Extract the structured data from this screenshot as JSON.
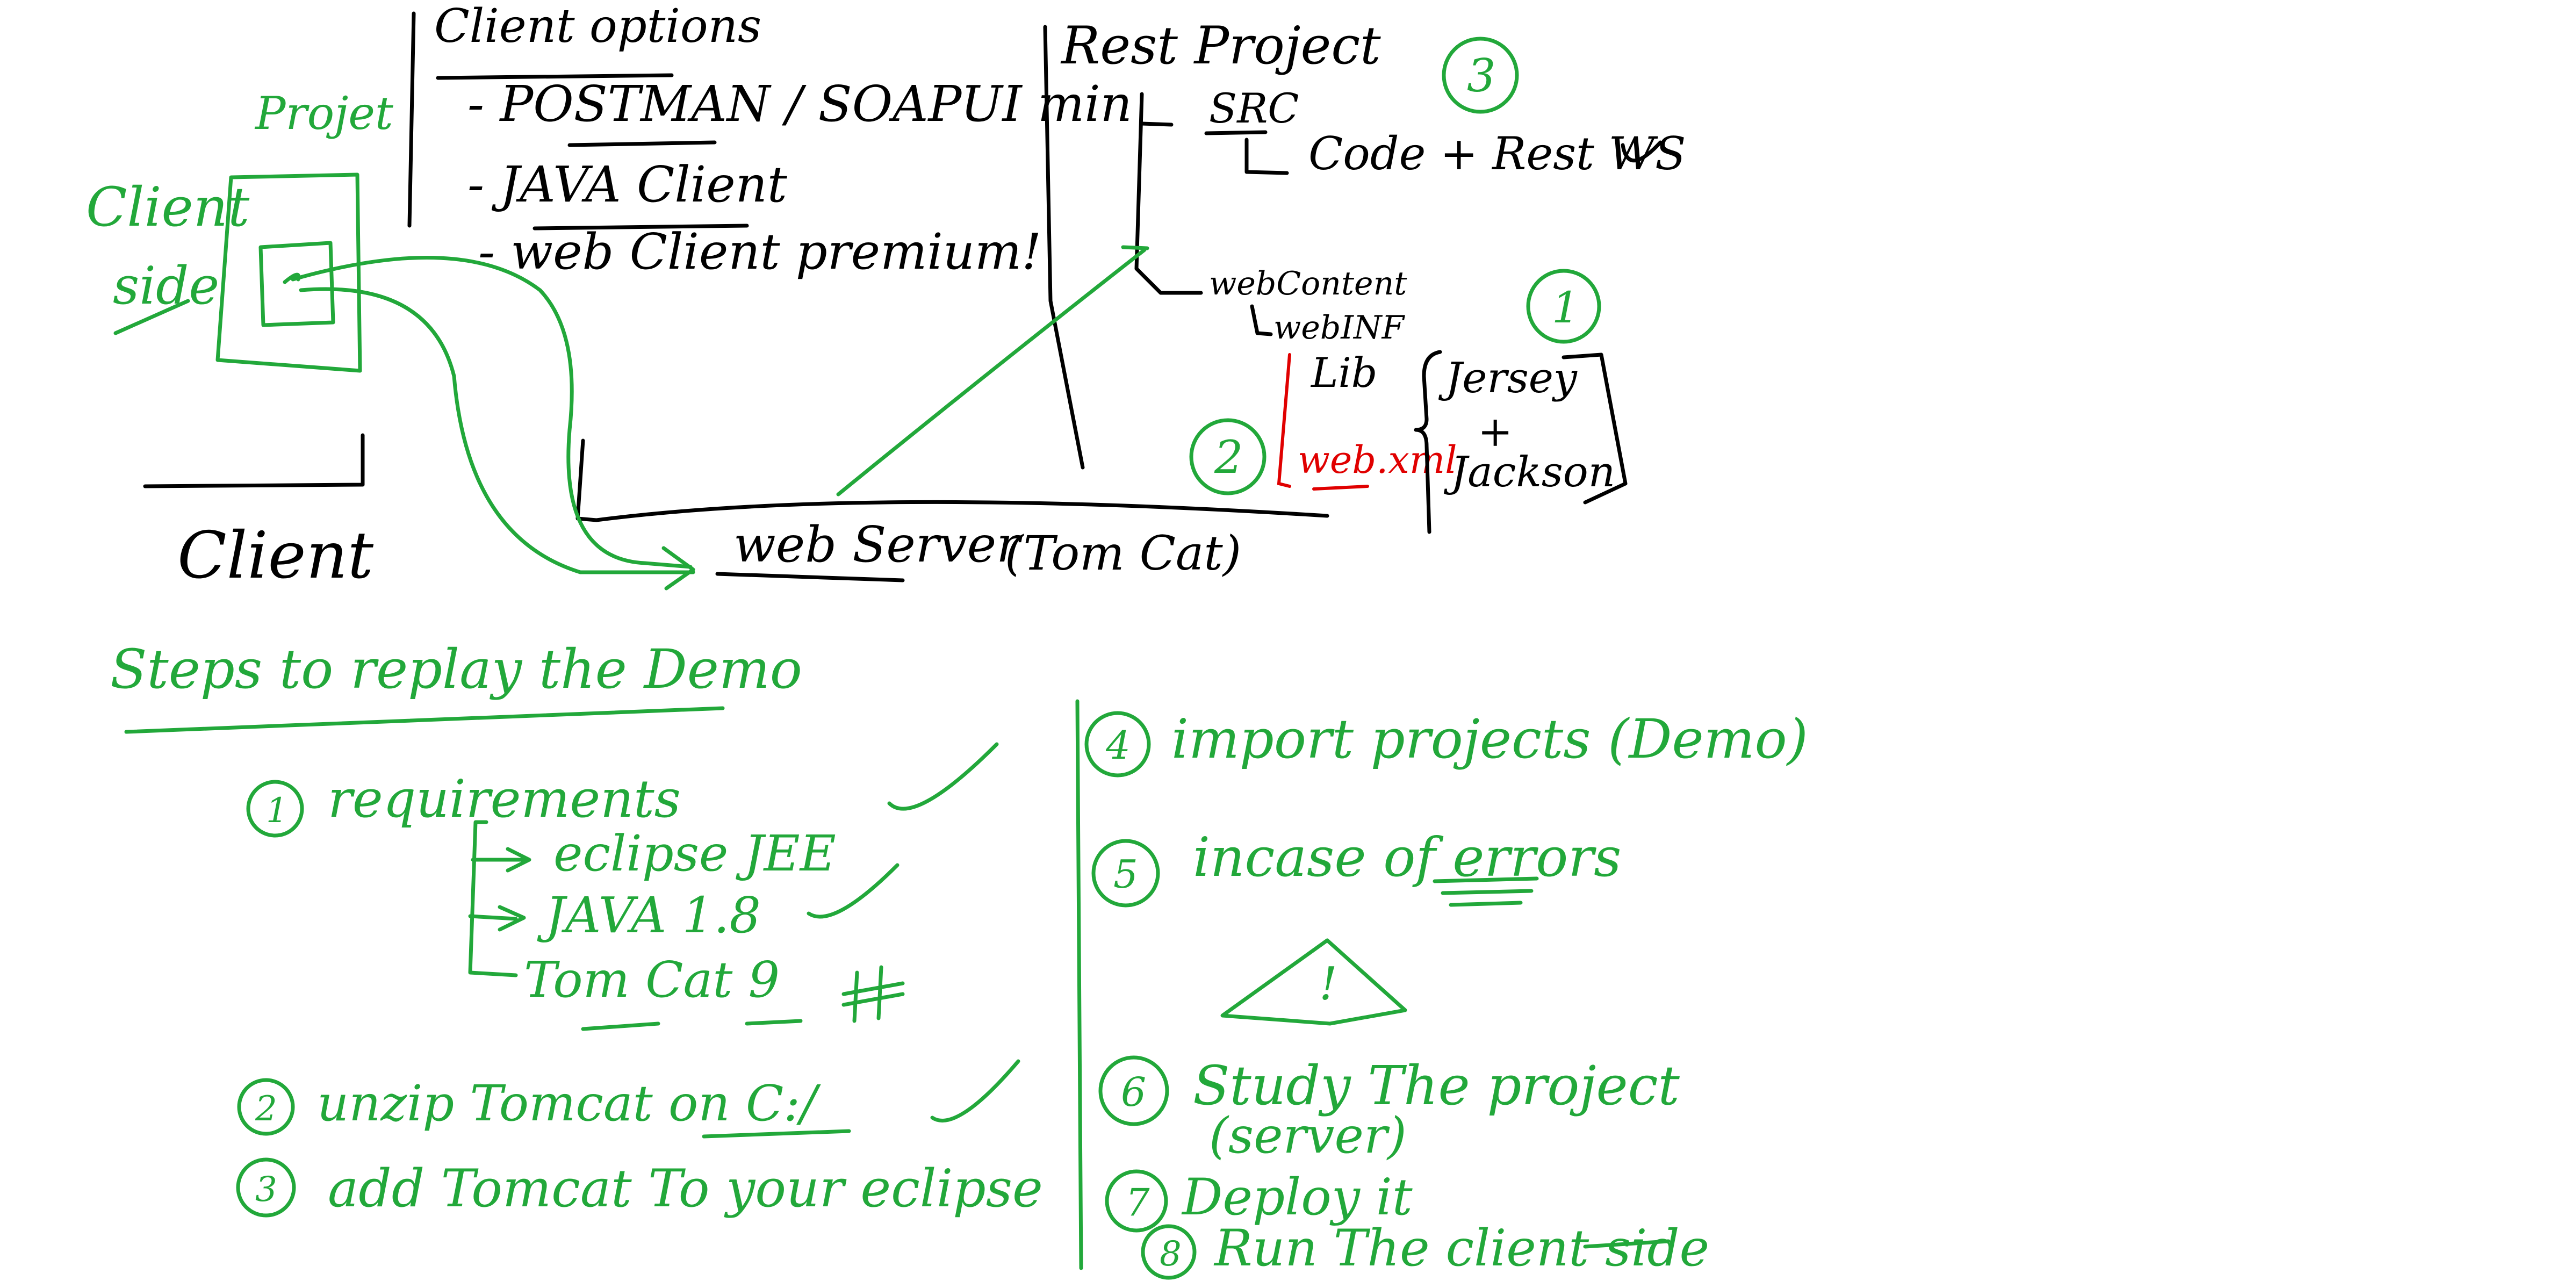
{
  "colors": {
    "ink": "#000000",
    "green": "#22a83a",
    "red": "#e00000",
    "background": "#ffffff"
  },
  "top_diagram": {
    "client_side_label_1": "Client",
    "client_side_label_2": "side",
    "project_label": "Projet",
    "client_label": "Client",
    "client_options_title": "Client options",
    "client_options": [
      "- POSTMAN / SOAPUI min",
      "- JAVA Client",
      "- web Client premium!"
    ],
    "rest_project_title": "Rest Project",
    "src_label": "SRC",
    "code_label": "Code + Rest WS",
    "webcontent_label": "webContent",
    "webinf_label": "webINF",
    "lib_label": "Lib",
    "webxml_label": "web.xml",
    "jersey_label": "Jersey",
    "plus_label": "+",
    "jackson_label": "Jackson",
    "web_server_label": "web Server",
    "tomcat_label": "(Tom Cat)",
    "circle_labels": [
      "3",
      "1",
      "2"
    ]
  },
  "steps": {
    "title": "Steps to replay the Demo",
    "step1_label": "requirements",
    "step1_number": "1",
    "requirements": [
      "eclipse JEE",
      "JAVA 1.8",
      "Tom Cat 9"
    ],
    "step2_number": "2",
    "step2_text": "unzip Tomcat on C:/",
    "step3_number": "3",
    "step3_text": "add Tomcat To your eclipse",
    "step4_number": "4",
    "step4_text": "import projects (Demo)",
    "step5_number": "5",
    "step5_text": "incase of errors",
    "warning_mark": "!",
    "step6_number": "6",
    "step6_text": "Study The project",
    "step6_sub": "(server)",
    "step7_number": "7",
    "step7_text": "Deploy it",
    "step8_number": "8",
    "step8_text": "Run The client side"
  }
}
